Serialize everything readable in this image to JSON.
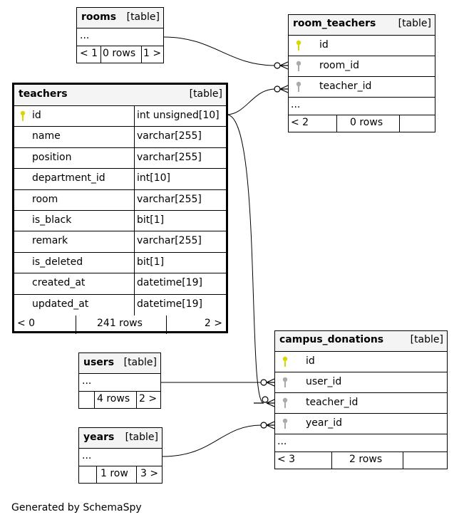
{
  "tables": {
    "rooms": {
      "name": "rooms",
      "type": "[table]",
      "ellipsis": "...",
      "nav": {
        "prev": "< 1",
        "rows": "0 rows",
        "next": "1 >"
      }
    },
    "room_teachers": {
      "name": "room_teachers",
      "type": "[table]",
      "columns": [
        "id",
        "room_id",
        "teacher_id"
      ],
      "ellipsis": "...",
      "nav": {
        "prev": "< 2",
        "rows": "0 rows",
        "next": ""
      }
    },
    "teachers": {
      "name": "teachers",
      "type": "[table]",
      "columns": [
        {
          "name": "id",
          "type": "int unsigned[10]"
        },
        {
          "name": "name",
          "type": "varchar[255]"
        },
        {
          "name": "position",
          "type": "varchar[255]"
        },
        {
          "name": "department_id",
          "type": "int[10]"
        },
        {
          "name": "room",
          "type": "varchar[255]"
        },
        {
          "name": "is_black",
          "type": "bit[1]"
        },
        {
          "name": "remark",
          "type": "varchar[255]"
        },
        {
          "name": "is_deleted",
          "type": "bit[1]"
        },
        {
          "name": "created_at",
          "type": "datetime[19]"
        },
        {
          "name": "updated_at",
          "type": "datetime[19]"
        }
      ],
      "nav": {
        "prev": "< 0",
        "rows": "241 rows",
        "next": "2 >"
      }
    },
    "users": {
      "name": "users",
      "type": "[table]",
      "ellipsis": "...",
      "nav": {
        "prev": "",
        "rows": "4 rows",
        "next": "2 >"
      }
    },
    "years": {
      "name": "years",
      "type": "[table]",
      "ellipsis": "...",
      "nav": {
        "prev": "",
        "rows": "1 row",
        "next": "3 >"
      }
    },
    "campus_donations": {
      "name": "campus_donations",
      "type": "[table]",
      "columns": [
        "id",
        "user_id",
        "teacher_id",
        "year_id"
      ],
      "ellipsis": "...",
      "nav": {
        "prev": "< 3",
        "rows": "2 rows",
        "next": ""
      }
    }
  },
  "colors": {
    "primary_key": "#d8d800",
    "foreign_key": "#aaaaaa",
    "header_bg": "#f4f4f4"
  },
  "icons": {
    "primary_key": "key-icon",
    "foreign_key": "key-icon"
  },
  "footer": "Generated by SchemaSpy"
}
